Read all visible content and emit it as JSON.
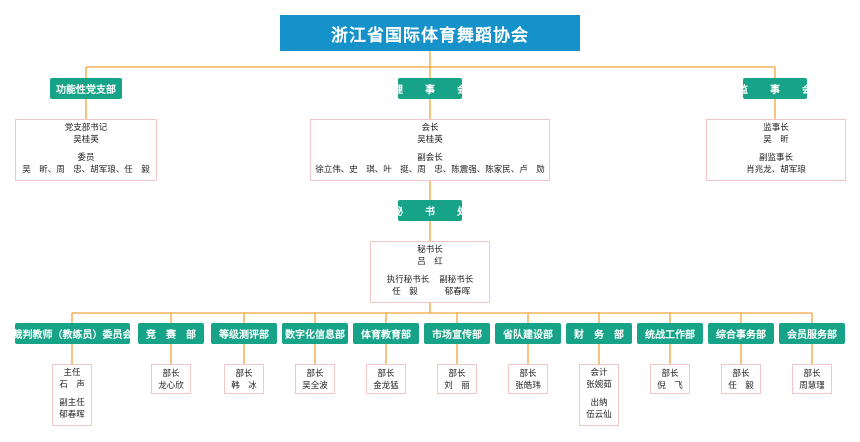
{
  "title": "浙江省国际体育舞蹈协会",
  "top": {
    "party": {
      "label": "功能性党支部",
      "lines": [
        "党支部书记",
        "吴桂英",
        "",
        "委员",
        "吴　昕、周　忠、胡军琅、任　毅"
      ]
    },
    "council": {
      "label": "理　事　会",
      "lines": [
        "会长",
        "吴桂英",
        "",
        "副会长",
        "徐立伟、史　琪、叶　挺、周　忠、陈震强、陈家民、卢　勋"
      ]
    },
    "supervisors": {
      "label": "监　事　会",
      "lines": [
        "监事长",
        "吴　昕",
        "",
        "副监事长",
        "肖兆龙、胡军琅"
      ]
    }
  },
  "secretariat": {
    "label": "秘　书　处",
    "head_title": "秘书长",
    "head_name": "吕　红",
    "exec_title": "执行秘书长",
    "exec_name": "任　毅",
    "deputy_title": "副秘书长",
    "deputy_name": "郁春晖"
  },
  "departments": [
    {
      "label": "裁判教师（教练员）委员会",
      "lines": [
        "主任",
        "石　声",
        "",
        "副主任",
        "郁春晖"
      ]
    },
    {
      "label": "竞　赛　部",
      "lines": [
        "部长",
        "龙心欣"
      ]
    },
    {
      "label": "等级测评部",
      "lines": [
        "部长",
        "韩　冰"
      ]
    },
    {
      "label": "数字化信息部",
      "lines": [
        "部长",
        "吴全波"
      ]
    },
    {
      "label": "体育教育部",
      "lines": [
        "部长",
        "金龙猛"
      ]
    },
    {
      "label": "市场宣传部",
      "lines": [
        "部长",
        "刘　丽"
      ]
    },
    {
      "label": "省队建设部",
      "lines": [
        "部长",
        "张皓玮"
      ]
    },
    {
      "label": "财　务　部",
      "lines": [
        "会计",
        "张婉茹",
        "",
        "出纳",
        "伍云仙"
      ]
    },
    {
      "label": "统战工作部",
      "lines": [
        "部长",
        "倪　飞"
      ]
    },
    {
      "label": "综合事务部",
      "lines": [
        "部长",
        "任　毅"
      ]
    },
    {
      "label": "会员服务部",
      "lines": [
        "部长",
        "周慧瑾"
      ]
    }
  ],
  "colors": {
    "title_bg": "#1592c9",
    "node_bg": "#16a387",
    "connector": "#f0a33a",
    "info_border": "#f0c6c6"
  }
}
